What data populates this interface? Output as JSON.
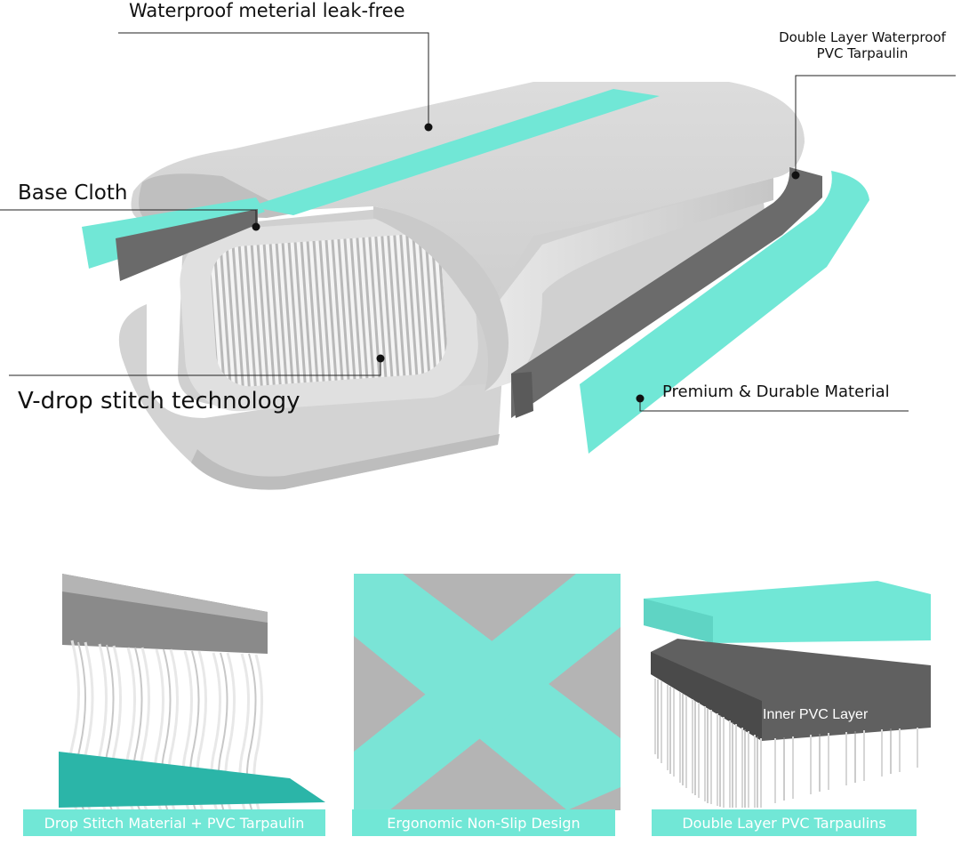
{
  "callouts": {
    "waterproof": "Waterproof meterial leak-free",
    "double_layer_line1": "Double Layer Waterproof",
    "double_layer_line2": "PVC Tarpaulin",
    "base_cloth": "Base Cloth",
    "v_drop": "V-drop stitch technology",
    "premium": "Premium & Durable Material"
  },
  "panels": {
    "drop_stitch_caption": "Drop Stitch Material + PVC Tarpaulin",
    "non_slip_caption": "Ergonomic Non-Slip Design",
    "double_layer_caption": "Double Layer PVC Tarpaulins",
    "inner_pvc_label": "Inner PVC Layer"
  },
  "colors": {
    "accent": "#71e7d6",
    "gray_light": "#d9d9d9",
    "gray_dark": "#6b6b6b"
  }
}
